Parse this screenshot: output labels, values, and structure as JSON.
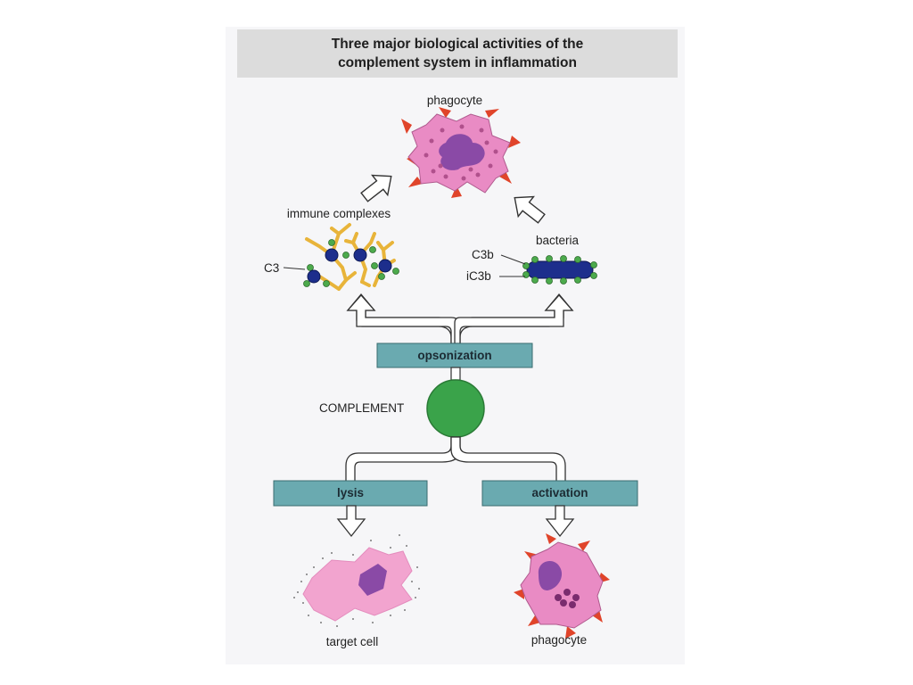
{
  "title": {
    "line1": "Three major biological activities of the",
    "line2": "complement system in inflammation"
  },
  "labels": {
    "phagocyte_top": "phagocyte",
    "immune_complexes": "immune complexes",
    "c3": "C3",
    "bacteria": "bacteria",
    "c3b": "C3b",
    "ic3b": "iC3b",
    "complement": "COMPLEMENT",
    "target_cell": "target cell",
    "phagocyte_bottom": "phagocyte"
  },
  "boxes": {
    "opsonization": "opsonization",
    "lysis": "lysis",
    "activation": "activation"
  },
  "colors": {
    "box_fill": "#6aaab0",
    "complement_green": "#3aa34a",
    "phagocyte_pink": "#e98bc4",
    "nucleus_purple": "#8a4aa6",
    "receptor_red": "#e0442a",
    "bacteria_blue": "#1d2e8c",
    "antibody_yellow": "#e8b43a",
    "target_cell_pink": "#f2a4cf"
  }
}
